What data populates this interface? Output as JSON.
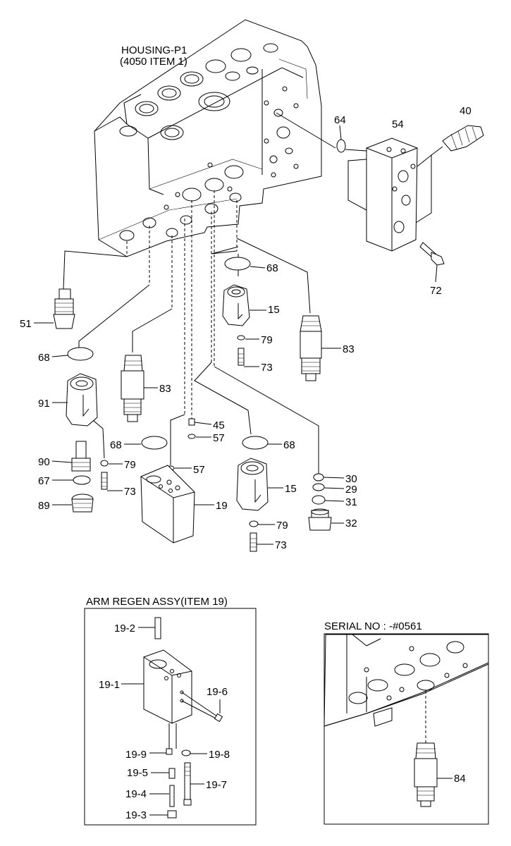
{
  "housing": {
    "name": "HOUSING-P1",
    "ref": "(4050 ITEM 1)"
  },
  "labels": {
    "p40": "40",
    "p54": "54",
    "p64": "64",
    "p72": "72",
    "p68a": "68",
    "p15a": "15",
    "p79a": "79",
    "p73a": "73",
    "p83a": "83",
    "p51": "51",
    "p68b": "68",
    "p91": "91",
    "p83b": "83",
    "p90": "90",
    "p79b": "79",
    "p67": "67",
    "p73b": "73",
    "p89": "89",
    "p45": "45",
    "p57a": "57",
    "p68c": "68",
    "p68d": "68",
    "p57b": "57",
    "p19": "19",
    "p15b": "15",
    "p79c": "79",
    "p73c": "73",
    "p30": "30",
    "p29": "29",
    "p31": "31",
    "p32": "32"
  },
  "regen": {
    "title": "ARM REGEN ASSY(ITEM 19)",
    "labels": {
      "i2": "19-2",
      "i1": "19-1",
      "i6": "19-6",
      "i9": "19-9",
      "i8": "19-8",
      "i5": "19-5",
      "i4": "19-4",
      "i7": "19-7",
      "i3": "19-3"
    }
  },
  "serial": {
    "title": "SERIAL NO : -#0561",
    "label84": "84"
  }
}
